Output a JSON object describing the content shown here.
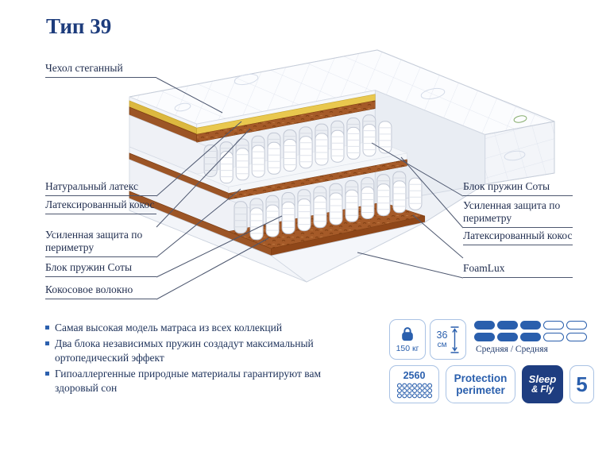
{
  "title": "Тип 39",
  "diagram": {
    "left_labels": [
      "Чехол стеганный",
      "Натуральный латекс",
      "Латексированный кокос",
      "Усиленная защита по периметру",
      "Блок пружин Соты",
      "Кокосовое волокно"
    ],
    "right_labels": [
      "Блок пружин Соты",
      "Усиленная защита по периметру",
      "Латексированный кокос",
      "FoamLux"
    ]
  },
  "features": [
    "Самая высокая модель матраса из всех коллекций",
    "Два блока независимых пружин создадут максимальный ортопедический эффект",
    "Гипоаллергенные природные материалы гарантируют вам здоровый сон"
  ],
  "specs": {
    "max_load": "150 кг",
    "height_value": "36",
    "height_unit": "см",
    "firmness_text": "Средняя / Средняя",
    "firmness_filled": 3,
    "firmness_total": 5,
    "springs_count": "2560",
    "protection_line1": "Protection",
    "protection_line2": "perimeter",
    "brand_line1": "Sleep",
    "brand_line2": "& Fly",
    "warranty_years": "5"
  },
  "icons": {
    "weight": "kettlebell-icon",
    "height": "height-double-arrow-icon",
    "springs": "spring-grid-icon"
  },
  "colors": {
    "accent_blue": "#2a5fad",
    "dark_navy": "#222f50",
    "title_blue": "#1d3c7c",
    "latex_yellow": "#e8c84e",
    "coconut_brown": "#a55a28",
    "brand_bg": "#1e3d80"
  }
}
